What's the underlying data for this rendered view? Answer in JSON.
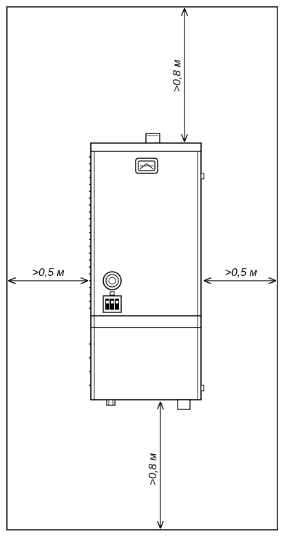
{
  "diagram": {
    "stroke_color": "#000000",
    "background_color": "#ffffff",
    "icons": {
      "boiler": "boiler-icon",
      "display": "display-icon",
      "knob": "knob-icon",
      "switch": "switch-icon"
    },
    "dimensions": {
      "top": ">0,8 м",
      "left": ">0,5 м",
      "right": ">0,5 м",
      "bottom": ">0,8 м"
    }
  }
}
